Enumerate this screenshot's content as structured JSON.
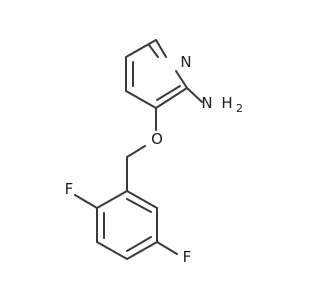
{
  "molecule": {
    "atoms": {
      "pyridine_n": "N",
      "amine_n": "N",
      "amine_h": "H",
      "amine_h_count": "2",
      "ether_o": "O",
      "fluorine_1": "F",
      "fluorine_2": "F"
    }
  }
}
